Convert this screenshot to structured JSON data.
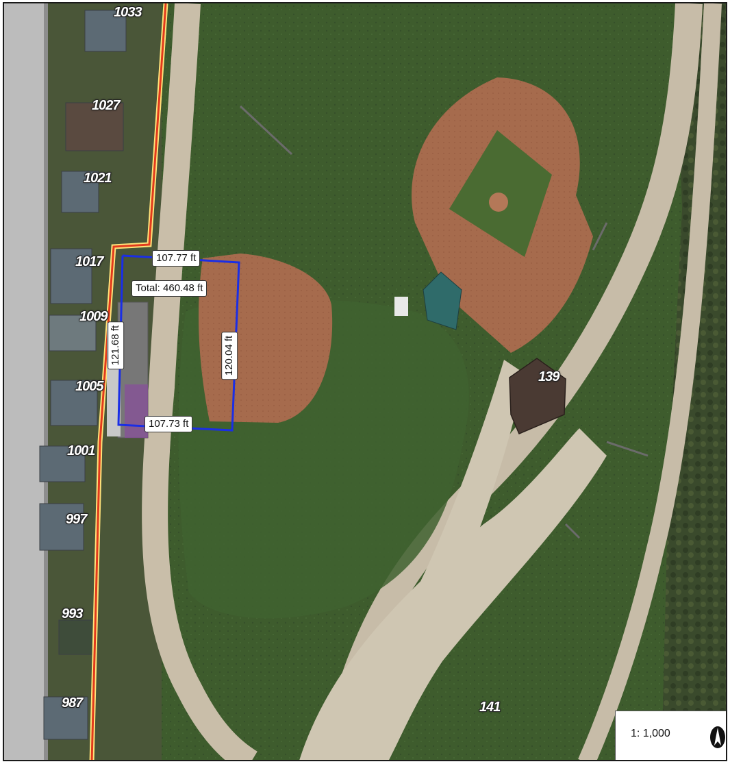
{
  "parcels": [
    "1033",
    "1027",
    "1021",
    "1017",
    "1009",
    "1005",
    "1001",
    "997",
    "993",
    "987",
    "139",
    "141"
  ],
  "measurement": {
    "top": "107.77 ft",
    "total": "Total: 460.48 ft",
    "left": "121.68 ft",
    "right": "120.04 ft",
    "bottom": "107.73 ft"
  },
  "scale": {
    "label": "1: 1,000"
  },
  "icons": {
    "north_arrow": "north-arrow-icon"
  },
  "colors": {
    "grass": "#3d5a2c",
    "infield_dirt": "#a86a4a",
    "path": "#c8bda9",
    "boundary_outer": "#ffe27a",
    "boundary_inner": "#e23a1c",
    "measure_line": "#1a2ee6"
  }
}
